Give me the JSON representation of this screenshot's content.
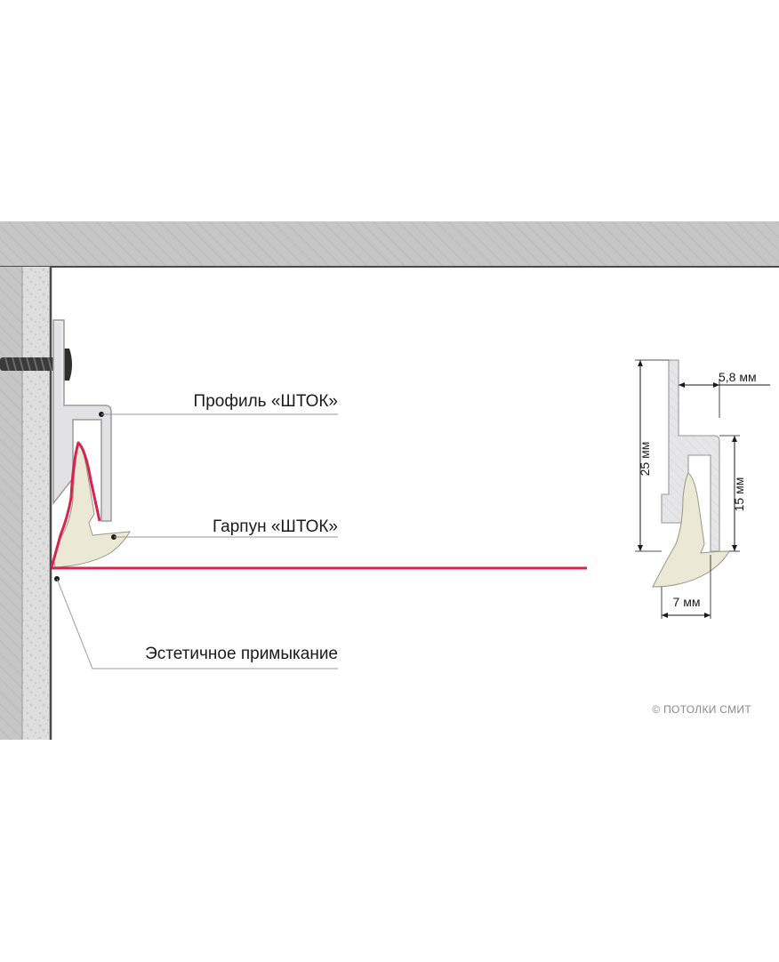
{
  "labels": {
    "profile": "Профиль «ШТОК»",
    "harpoon": "Гарпун «ШТОК»",
    "junction": "Эстетичное примыкание"
  },
  "dimensions": {
    "width_top": "5,8 мм",
    "height_total": "25 мм",
    "height_inner": "15 мм",
    "width_bottom": "7 мм"
  },
  "copyright": "© ПОТОЛКИ СМИТ",
  "colors": {
    "concrete": "#c4c4c4",
    "wall_edge": "#4a4a4a",
    "profile_fill": "#e4e4e6",
    "profile_stroke": "#9a9a9c",
    "harpoon_fill": "#ece8d6",
    "membrane": "#d8234f",
    "leader": "#9a9a9a"
  }
}
